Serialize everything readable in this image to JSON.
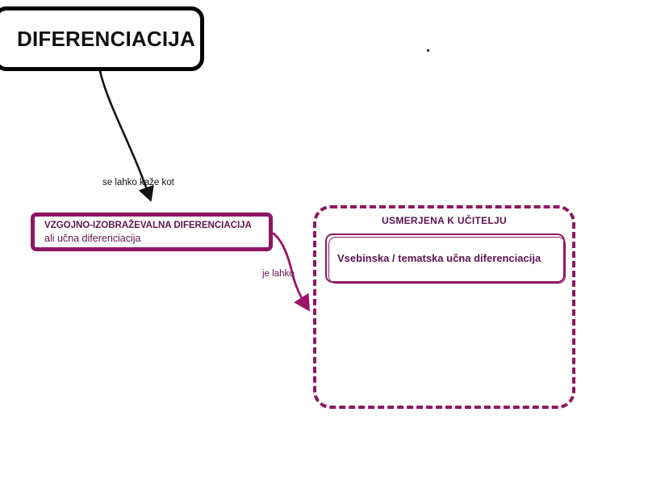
{
  "diagram": {
    "title_node": {
      "label": "DIFERENCIACIJA"
    },
    "left_node": {
      "line1": "VZGOJNO-IZOBRAŽEVALNA DIFERENCIACIJA",
      "line2": "ali učna diferenciacija"
    },
    "group": {
      "heading": "USMERJENA K UČITELJU",
      "inner_node": {
        "label": "Vsebinska / tematska učna diferenciacija"
      }
    },
    "edges": [
      {
        "id": "title-to-left",
        "label": "se lahko kaže kot",
        "color": "#111111",
        "style": "solid-curved-arrow"
      },
      {
        "id": "left-to-group",
        "label": "je lahko",
        "color": "#8e1763",
        "style": "solid-curved-arrow"
      }
    ],
    "colors": {
      "title_border": "#000000",
      "title_text": "#111111",
      "node_border": "#8e1763",
      "node_text": "#5d1450",
      "group_border": "#8e1763",
      "canvas_background": "#ffffff"
    }
  }
}
